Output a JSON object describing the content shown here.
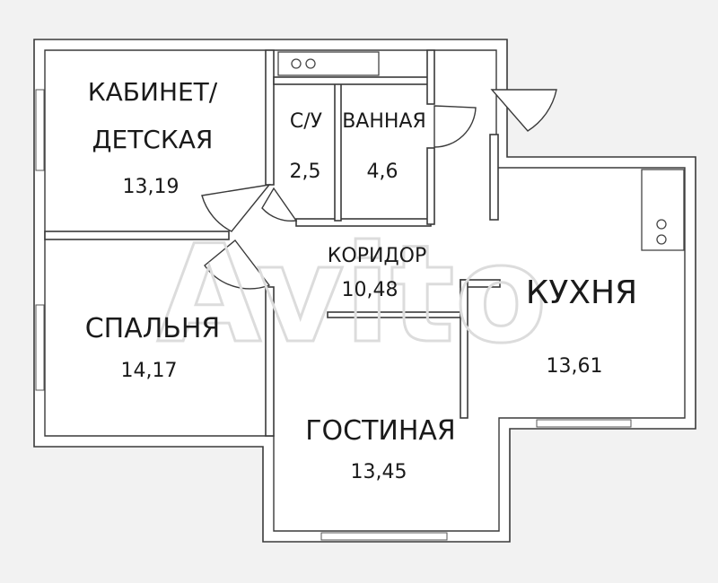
{
  "plan": {
    "rooms": [
      {
        "id": "study",
        "name_line1": "КАБИНЕТ/",
        "name_line2": "ДЕТСКАЯ",
        "area": "13,19"
      },
      {
        "id": "wc",
        "name": "С/У",
        "area": "2,5"
      },
      {
        "id": "bathroom",
        "name": "ВАННАЯ",
        "area": "4,6"
      },
      {
        "id": "corridor",
        "name": "КОРИДОР",
        "area": "10,48"
      },
      {
        "id": "kitchen",
        "name": "КУХНЯ",
        "area": "13,61"
      },
      {
        "id": "bedroom",
        "name": "СПАЛЬНЯ",
        "area": "14,17"
      },
      {
        "id": "living",
        "name": "ГОСТИНАЯ",
        "area": "13,45"
      }
    ],
    "watermark": "Avito"
  },
  "colors": {
    "background": "#f2f2f2",
    "wall": "#3a3a3a",
    "floor": "#ffffff",
    "text": "#1a1a1a",
    "watermark": "#dcdcdc"
  }
}
